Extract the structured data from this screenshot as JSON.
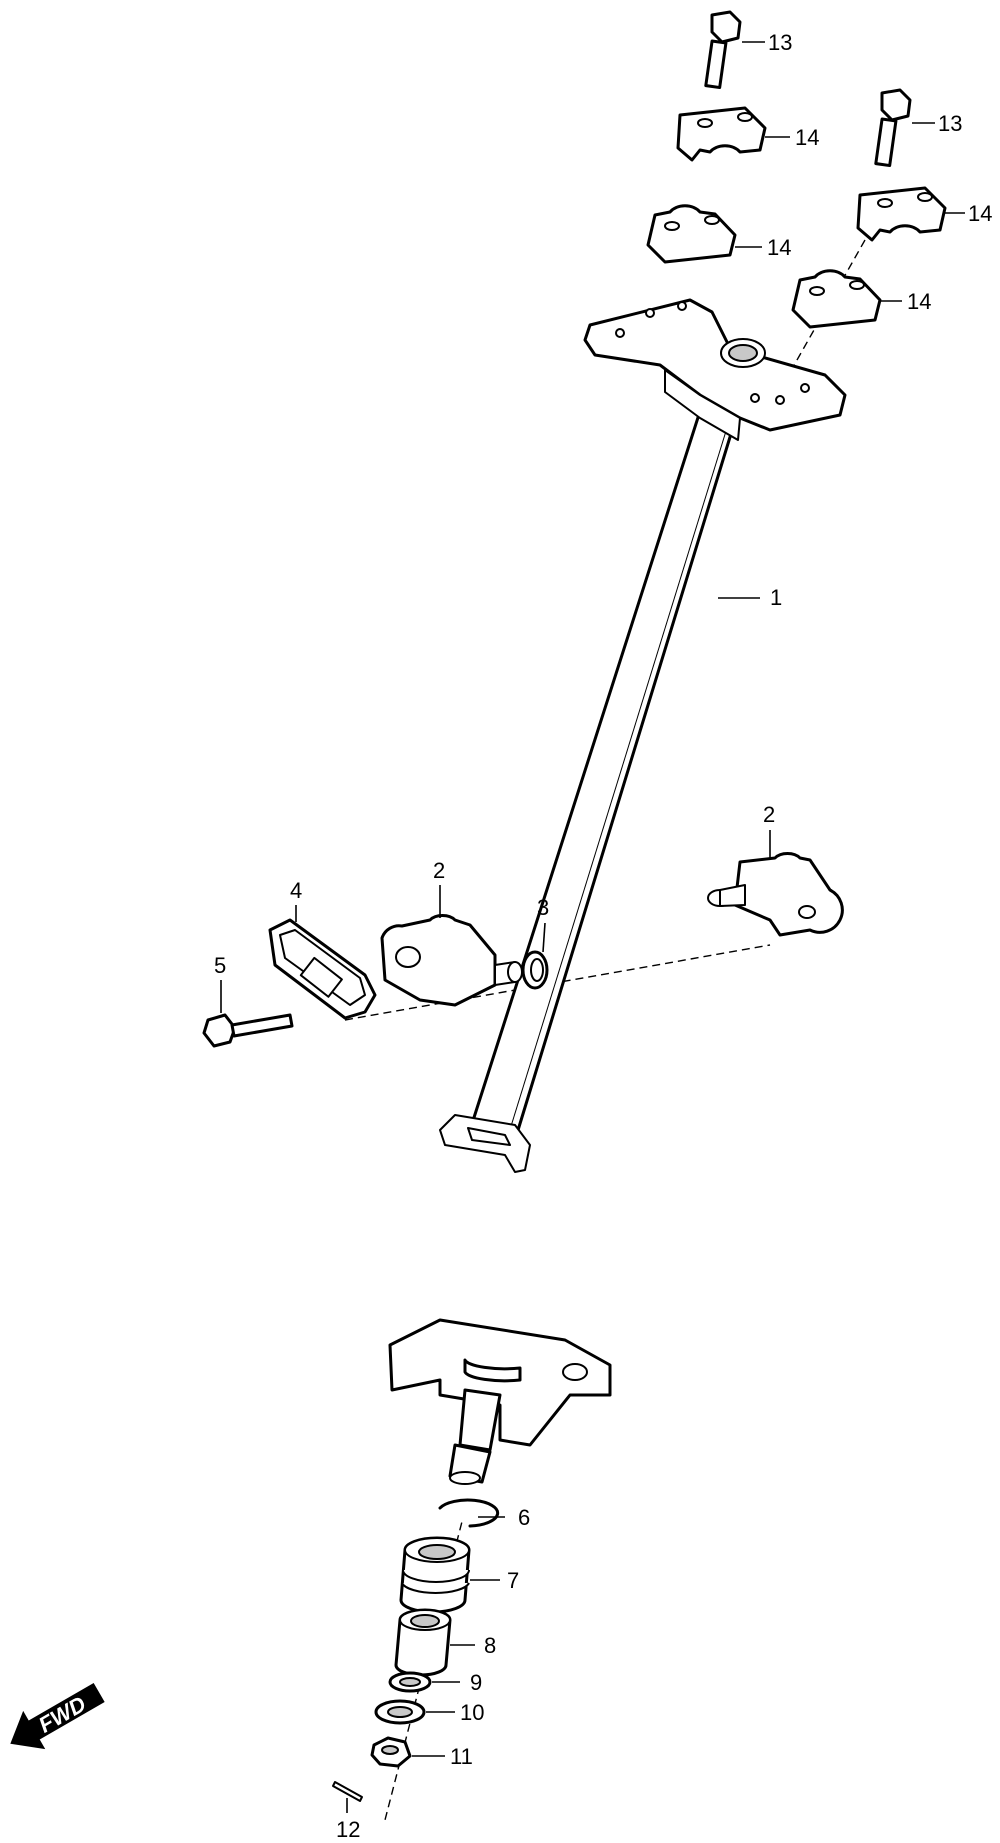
{
  "callouts": [
    {
      "id": "c1",
      "label": "1"
    },
    {
      "id": "c2a",
      "label": "2"
    },
    {
      "id": "c2b",
      "label": "2"
    },
    {
      "id": "c3",
      "label": "3"
    },
    {
      "id": "c4",
      "label": "4"
    },
    {
      "id": "c5",
      "label": "5"
    },
    {
      "id": "c6",
      "label": "6"
    },
    {
      "id": "c7",
      "label": "7"
    },
    {
      "id": "c8",
      "label": "8"
    },
    {
      "id": "c9",
      "label": "9"
    },
    {
      "id": "c10",
      "label": "10"
    },
    {
      "id": "c11",
      "label": "11"
    },
    {
      "id": "c12",
      "label": "12"
    },
    {
      "id": "c13a",
      "label": "13"
    },
    {
      "id": "c13b",
      "label": "13"
    },
    {
      "id": "c14a",
      "label": "14"
    },
    {
      "id": "c14b",
      "label": "14"
    },
    {
      "id": "c14c",
      "label": "14"
    },
    {
      "id": "c14d",
      "label": "14"
    }
  ],
  "direction_arrow": {
    "label": "FWD",
    "icon": "fwd-arrow-icon"
  }
}
